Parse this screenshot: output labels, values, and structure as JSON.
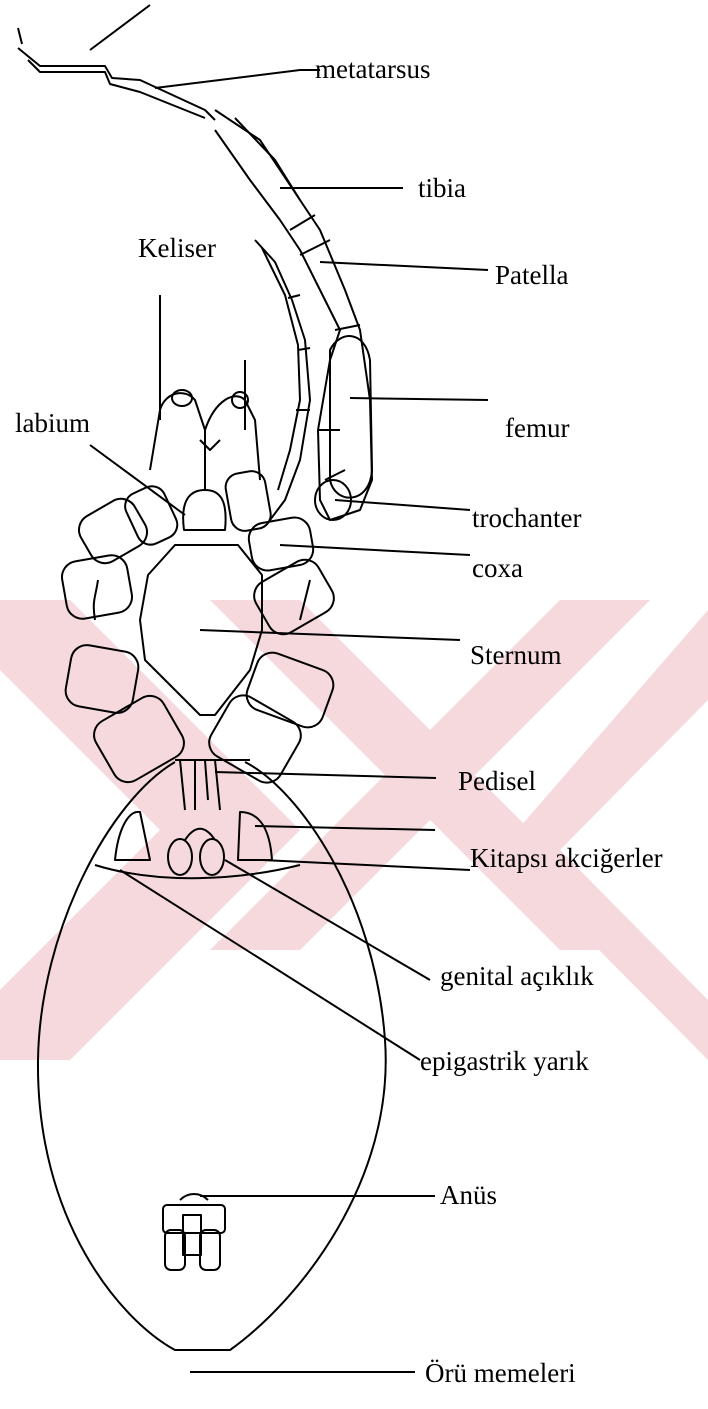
{
  "diagram": {
    "labels": {
      "metatarsus": "metatarsus",
      "tibia": "tibia",
      "patella": "Patella",
      "keliser": "Keliser",
      "femur": "femur",
      "labium": "labium",
      "trochanter": "trochanter",
      "coxa": "coxa",
      "sternum": "Sternum",
      "pedisel": "Pedisel",
      "kitapsi": "Kitapsı akciğerler",
      "genital": "genital açıklık",
      "epigastrik": "epigastrik yarık",
      "anus": "Anüs",
      "oru": "Örü memeleri"
    },
    "colors": {
      "ink": "#000000",
      "watermark": "#c8102e"
    }
  }
}
